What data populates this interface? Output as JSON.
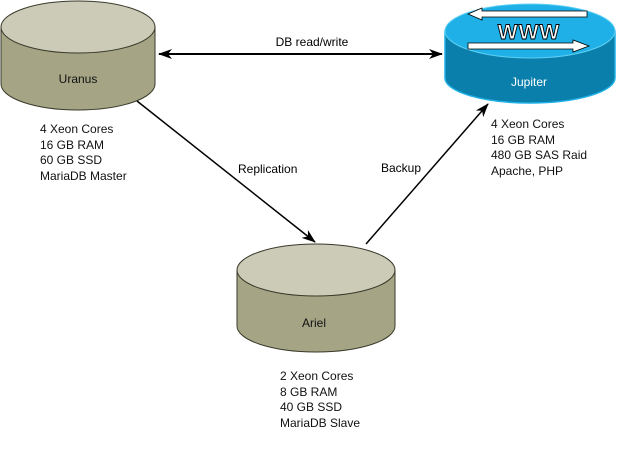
{
  "nodes": {
    "uranus": {
      "name": "Uranus",
      "type": "database-cylinder",
      "specs": [
        "4 Xeon Cores",
        "16 GB RAM",
        "60 GB SSD",
        "MariaDB Master"
      ]
    },
    "jupiter": {
      "name": "Jupiter",
      "type": "web-server",
      "badge": "WWW",
      "specs": [
        "4 Xeon Cores",
        "16 GB RAM",
        "480 GB SAS Raid",
        "Apache, PHP"
      ]
    },
    "ariel": {
      "name": "Ariel",
      "type": "database-cylinder",
      "specs": [
        "2 Xeon Cores",
        "8 GB RAM",
        "40 GB SSD",
        "MariaDB Slave"
      ]
    }
  },
  "edges": [
    {
      "from": "Uranus",
      "to": "Jupiter",
      "label": "DB read/write",
      "direction": "both"
    },
    {
      "from": "Uranus",
      "to": "Ariel",
      "label": "Replication",
      "direction": "forward"
    },
    {
      "from": "Ariel",
      "to": "Jupiter",
      "label": "Backup",
      "direction": "forward"
    }
  ],
  "colors": {
    "db_top": "#cbcbb8",
    "db_side": "#a5a586",
    "db_stroke": "#3a3a2a",
    "web_top": "#1eb0e6",
    "web_side": "#0a7fab",
    "web_text": "#ffffff",
    "arrow": "#000000"
  }
}
